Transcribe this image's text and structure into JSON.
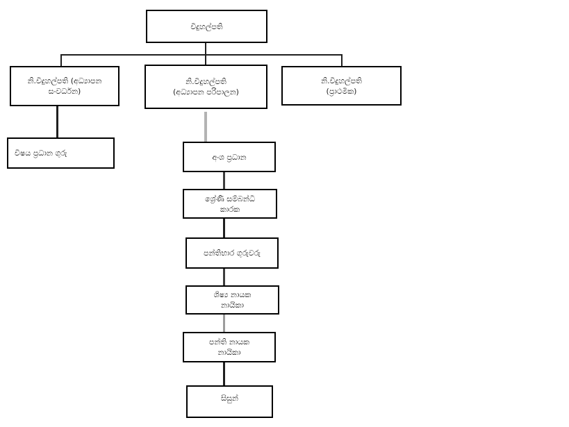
{
  "diagram": {
    "type": "org-chart",
    "language": "Sinhala",
    "colors": {
      "background": "#ffffff",
      "box_border": "#000000",
      "text": "#1c1c1c",
      "connector_black": "#1f1f1f",
      "connector_dark": "#3d3d3d",
      "connector_mid": "#9c9c9c",
      "connector_gray": "#b3b3b3"
    },
    "nodes": {
      "principal": {
        "lines": [
          "විදුහල්පති"
        ]
      },
      "deputy_development": {
        "lines": [
          "නි.විදුහල්පති (අධ්‍යාපන",
          "සංවර්ධන)"
        ]
      },
      "deputy_administration": {
        "lines": [
          "නි.විදුහල්පති",
          "(අධ්‍යාපන පරිපාලන)"
        ]
      },
      "deputy_primary": {
        "lines": [
          "නි.විදුහල්පති",
          "(ප්‍රාථමික)"
        ]
      },
      "subject_head_teachers": {
        "lines": [
          "විෂය ප්‍රධාන ගුරු"
        ]
      },
      "section_heads": {
        "lines": [
          "අංශ ප්‍රධාන"
        ]
      },
      "grade_coordinators": {
        "lines": [
          "ශ්‍රේණි සම්බන්ධී",
          "කාරක"
        ]
      },
      "class_teachers": {
        "lines": [
          "පන්තිභාර ගුරුවරු"
        ]
      },
      "student_leaders": {
        "lines": [
          "ශිෂ්‍ය නායක",
          "නායිකා"
        ]
      },
      "class_leaders": {
        "lines": [
          "පන්ති නායක",
          "නායිකා"
        ]
      },
      "students": {
        "lines": [
          "සිසුන්"
        ]
      }
    },
    "edges": [
      {
        "from": "principal",
        "to": "deputy_development"
      },
      {
        "from": "principal",
        "to": "deputy_administration"
      },
      {
        "from": "principal",
        "to": "deputy_primary"
      },
      {
        "from": "deputy_development",
        "to": "subject_head_teachers"
      },
      {
        "from": "deputy_administration",
        "to": "section_heads"
      },
      {
        "from": "section_heads",
        "to": "grade_coordinators"
      },
      {
        "from": "grade_coordinators",
        "to": "class_teachers"
      },
      {
        "from": "class_teachers",
        "to": "student_leaders"
      },
      {
        "from": "student_leaders",
        "to": "class_leaders"
      },
      {
        "from": "class_leaders",
        "to": "students"
      }
    ]
  }
}
